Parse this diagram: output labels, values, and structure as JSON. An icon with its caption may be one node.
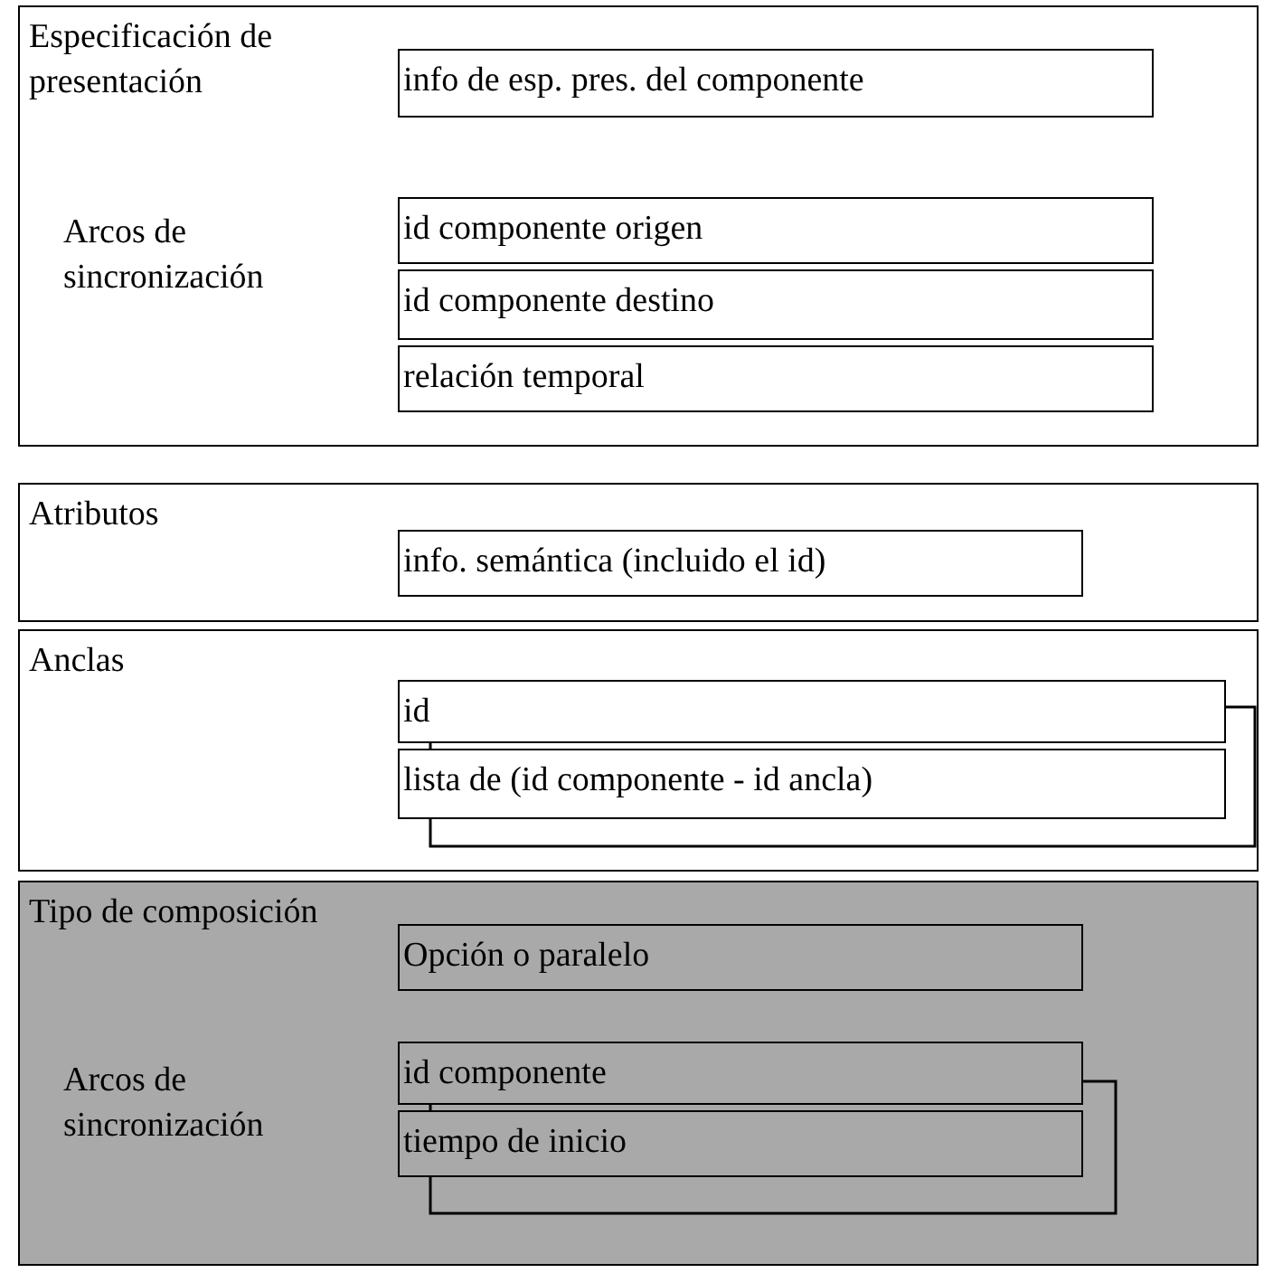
{
  "diagram": {
    "nodes": [
      {
        "text": [
          "Especificación de presentación",
          "Arcos de sincronización"
        ]
      },
      {
        "text": [
          "info de esp. pres. del componente"
        ],
        "in": 0
      },
      {
        "text": [
          "id componente origen"
        ],
        "in": 0
      },
      {
        "text": [
          "id componente destino"
        ],
        "in": 0
      },
      {
        "text": [
          "relación temporal"
        ],
        "in": 0
      },
      {
        "text": [
          "Atributos"
        ]
      },
      {
        "text": [
          "info. semántica (incluido el id)"
        ],
        "in": 5
      },
      {
        "text": [
          "Anclas"
        ]
      },
      {
        "text": [
          "id"
        ],
        "in": 7
      },
      {
        "text": [
          "lista de (id componente - id ancla)"
        ],
        "in": 7
      },
      {
        "text": [
          "Tipo de composición",
          "Arcos de sincronización"
        ]
      },
      {
        "text": [
          "Opción o paralelo"
        ],
        "in": 10
      },
      {
        "text": [
          "id componente"
        ],
        "in": 10
      },
      {
        "text": [
          "tiempo de inicio"
        ],
        "in": 10
      }
    ]
  }
}
